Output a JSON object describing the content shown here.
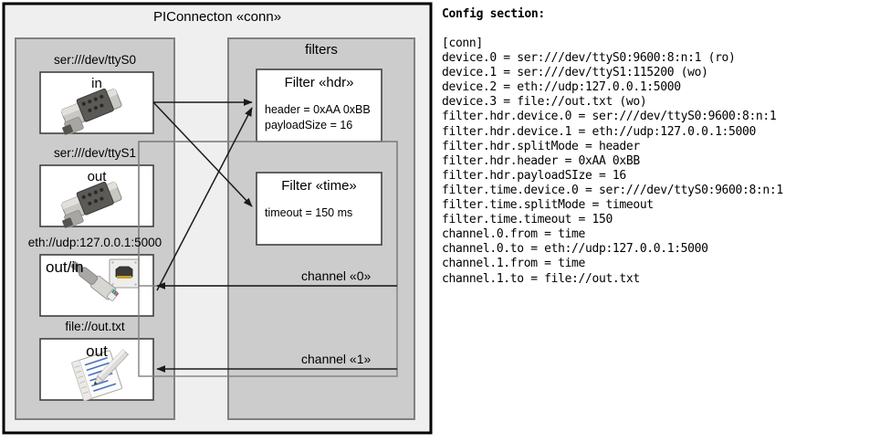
{
  "diagram": {
    "title": "PIConnecton «conn»",
    "devices_group": {
      "name": "devices-group"
    },
    "filters_group": {
      "title": "filters"
    },
    "devices": [
      {
        "label": "ser:///dev/ttyS0",
        "io": "in",
        "icon": "serial-port-icon"
      },
      {
        "label": "ser:///dev/ttyS1",
        "io": "out",
        "icon": "serial-port-icon"
      },
      {
        "label": "eth://udp:127.0.0.1:5000",
        "io": "out/in",
        "icon": "ethernet-jack-icon"
      },
      {
        "label": "file://out.txt",
        "io": "out",
        "icon": "text-file-icon"
      }
    ],
    "filters": [
      {
        "title": "Filter «hdr»",
        "props": [
          "header = 0xAA 0xBB",
          "payloadSize = 16"
        ]
      },
      {
        "title": "Filter «time»",
        "props": [
          "timeout = 150 ms"
        ]
      }
    ],
    "channels": [
      {
        "label": "channel «0»"
      },
      {
        "label": "channel «1»"
      }
    ],
    "colors": {
      "outer_fill": "#efefef",
      "outer_stroke": "#000000",
      "group_fill": "#cccccc",
      "group_stroke": "#808080",
      "box_fill": "#ffffff",
      "box_stroke": "#404040",
      "arrow": "#1a1a1a"
    }
  },
  "config": {
    "heading": "Config section:",
    "lines": [
      "[conn]",
      "device.0 = ser:///dev/ttyS0:9600:8:n:1 (ro)",
      "device.1 = ser:///dev/ttyS1:115200 (wo)",
      "device.2 = eth://udp:127.0.0.1:5000",
      "device.3 = file://out.txt (wo)",
      "filter.hdr.device.0 = ser:///dev/ttyS0:9600:8:n:1",
      "filter.hdr.device.1 = eth://udp:127.0.0.1:5000",
      "filter.hdr.splitMode = header",
      "filter.hdr.header = 0xAA 0xBB",
      "filter.hdr.payloadSIze = 16",
      "filter.time.device.0 = ser:///dev/ttyS0:9600:8:n:1",
      "filter.time.splitMode = timeout",
      "filter.time.timeout = 150",
      "channel.0.from = time",
      "channel.0.to = eth://udp:127.0.0.1:5000",
      "channel.1.from = time",
      "channel.1.to = file://out.txt"
    ]
  }
}
